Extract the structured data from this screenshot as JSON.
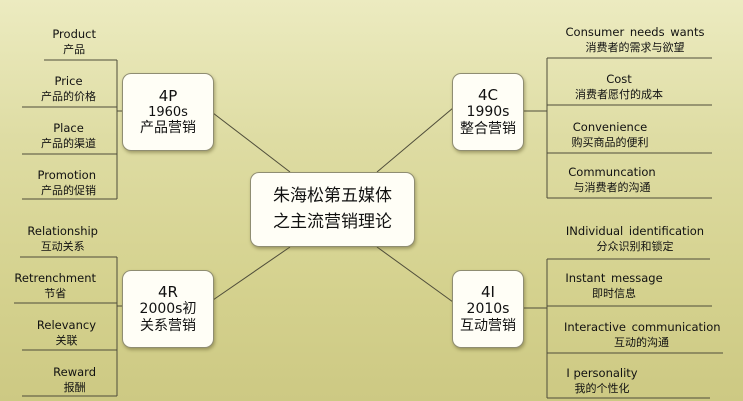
{
  "center": {
    "line1": "朱海松第五媒体",
    "line2": "之主流营销理论"
  },
  "hubs": {
    "p4": {
      "code": "4P",
      "era": "1960s",
      "name": "产品营销"
    },
    "c4": {
      "code": "4C",
      "era": "1990s",
      "name": "整合营销"
    },
    "r4": {
      "code": "4R",
      "era": "2000s初",
      "name": "关系营销"
    },
    "i4": {
      "code": "4I",
      "era": "2010s",
      "name": "互动营销"
    }
  },
  "leaves": {
    "p4": [
      {
        "en": "Product",
        "zh": "产品"
      },
      {
        "en": "Price",
        "zh": "产品的价格"
      },
      {
        "en": "Place",
        "zh": "产品的渠道"
      },
      {
        "en": "Promotion",
        "zh": "产品的促销"
      }
    ],
    "c4": [
      {
        "en": "Consumer needs wants",
        "zh": "消费者的需求与欲望"
      },
      {
        "en": "Cost",
        "zh": "消费者愿付的成本"
      },
      {
        "en": "Convenience",
        "zh": "购买商品的便利"
      },
      {
        "en": "Communcation",
        "zh": "与消费者的沟通"
      }
    ],
    "r4": [
      {
        "en": "Relationship",
        "zh": "互动关系"
      },
      {
        "en": "Retrenchment",
        "zh": "节省"
      },
      {
        "en": "Relevancy",
        "zh": "关联"
      },
      {
        "en": "Reward",
        "zh": "报酬"
      }
    ],
    "i4": [
      {
        "en": "INdividual identification",
        "zh": "分众识别和锁定"
      },
      {
        "en": "Instant message",
        "zh": "即时信息"
      },
      {
        "en": "Interactive communication",
        "zh": "互动的沟通"
      },
      {
        "en": "I personality",
        "zh": "我的个性化"
      }
    ]
  },
  "colors": {
    "line": "#4f4d3a",
    "background": "#dedca3",
    "box": "#fffef6"
  }
}
